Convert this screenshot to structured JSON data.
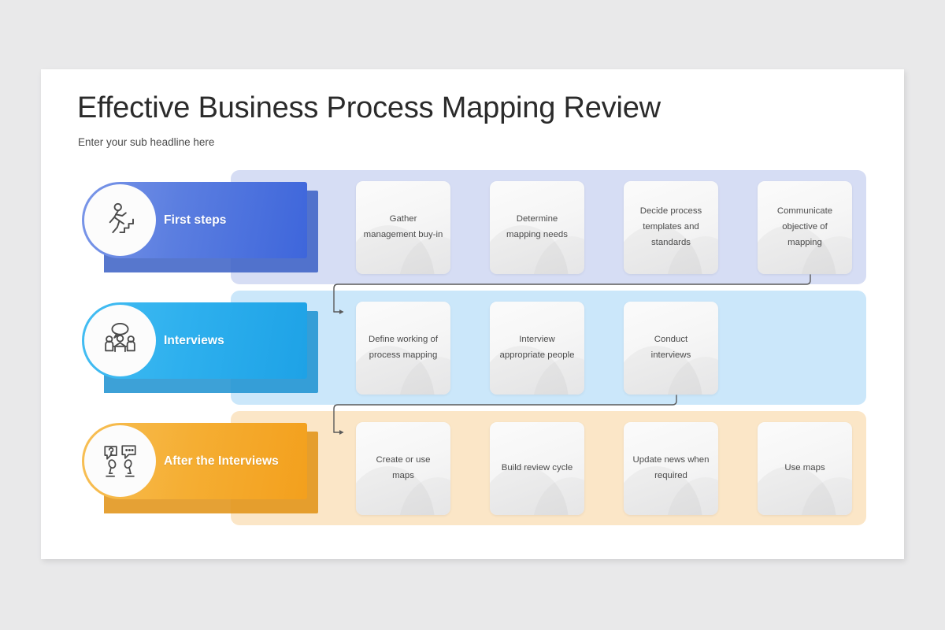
{
  "slide": {
    "title": "Effective Business Process Mapping Review",
    "subtitle": "Enter your sub headline here"
  },
  "colors": {
    "page_background": "#e9e9ea",
    "slide_background": "#ffffff",
    "band_row1": "#d6ddf4",
    "band_row2": "#cbe7fa",
    "band_row3": "#fbe6c7",
    "pill_row1": "#3e66db",
    "pill_row2": "#1ea2e6",
    "pill_row3": "#f3a01d",
    "card_background": "#f6f6f6",
    "connector_line": "#5a5a5a",
    "title_text": "#2b2b2b"
  },
  "rows": [
    {
      "id": "first-steps",
      "label": "First steps",
      "icon": "person-climbing-stairs-icon",
      "cards": [
        {
          "text": "Gather\nmanagement buy-in"
        },
        {
          "text": "Determine\nmapping needs"
        },
        {
          "text": "Decide process\ntemplates and\nstandards"
        },
        {
          "text": "Communicate\nobjective of\nmapping"
        }
      ]
    },
    {
      "id": "interviews",
      "label": "Interviews",
      "icon": "meeting-discussion-icon",
      "cards": [
        {
          "text": "Define working of\nprocess mapping"
        },
        {
          "text": "Interview\nappropriate people"
        },
        {
          "text": "Conduct\ninterviews"
        }
      ]
    },
    {
      "id": "after-the-interviews",
      "label": "After the Interviews",
      "icon": "question-answer-microphones-icon",
      "cards": [
        {
          "text": "Create or use\nmaps"
        },
        {
          "text": "Build review cycle"
        },
        {
          "text": "Update news when\nrequired"
        },
        {
          "text": "Use maps"
        }
      ]
    }
  ],
  "connectors": [
    {
      "from": "first-steps.card-4",
      "to": "interviews.card-1",
      "arrow": "right"
    },
    {
      "from": "interviews.card-3",
      "to": "after-the-interviews.card-1",
      "arrow": "right"
    }
  ]
}
